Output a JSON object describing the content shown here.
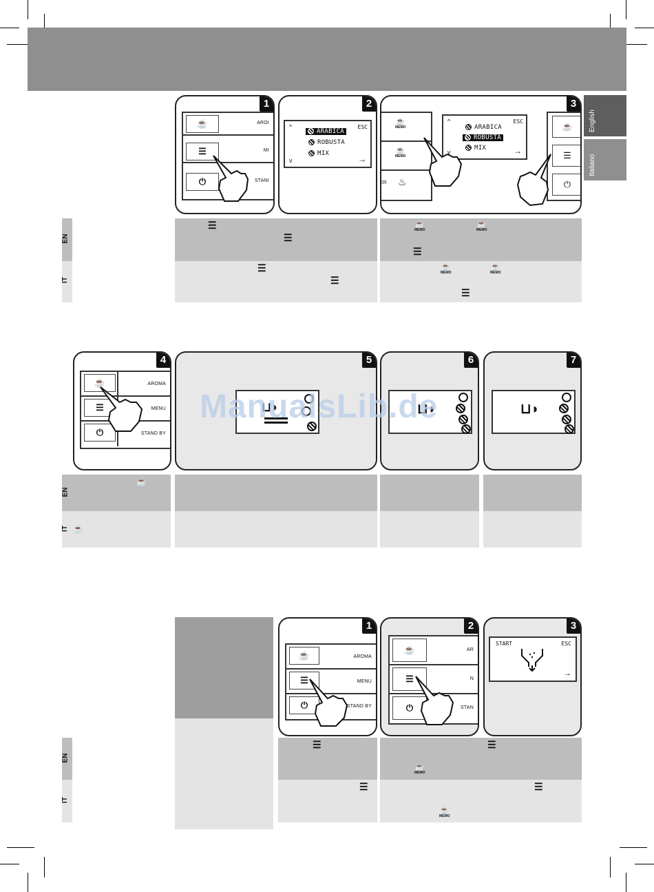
{
  "tabs": {
    "english": "English",
    "italiano": "Italiano"
  },
  "watermark": "ManualsLib.de",
  "step_numbers": {
    "s1": "1",
    "s2": "2",
    "s3": "3",
    "s4": "4",
    "s5": "5",
    "s6": "6",
    "s7": "7",
    "b1": "1",
    "b2": "2",
    "b3": "3"
  },
  "buttons": {
    "aroma": "AROMA",
    "menu": "MENU",
    "standby": "STAND BY",
    "aroma_cut": "AROI",
    "menu_cut": "MI",
    "standby_cut": "STANI",
    "er_cut": "ER",
    "ar_cut": "AR",
    "n_cut": "N",
    "stan_cut": "STAN"
  },
  "lcd_menu": {
    "items": [
      "ARABICA",
      "ROBUSTA",
      "MIX"
    ],
    "esc": "ESC"
  },
  "lcd_start": {
    "title": "START",
    "esc": "ESC"
  },
  "lang": {
    "en": "EN",
    "it": "IT"
  },
  "memo_label": "MEMO",
  "icons": {
    "menu": "menu-icon",
    "aroma": "aroma-icon",
    "power": "power-icon",
    "cup": "cup-icon",
    "steam": "steam-icon",
    "bean": "bean-icon"
  }
}
